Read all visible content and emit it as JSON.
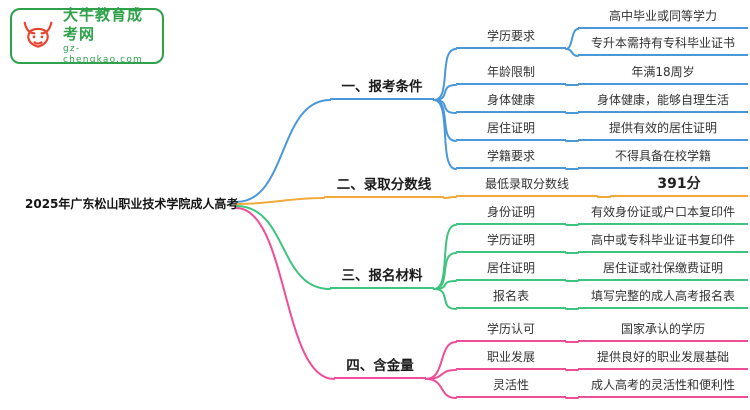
{
  "logo": {
    "title": "大牛教育成考网",
    "subtitle": "gz-chengkao.com",
    "border_color": "#2fa14b",
    "text_color": "#2fa14b",
    "icon_color": "#e8432d"
  },
  "root": {
    "label": "2025年广东松山职业技术学院成人高考"
  },
  "branches": [
    {
      "label": "一、报考条件",
      "color": "#4a97d9",
      "items": [
        {
          "label": "学历要求",
          "values": [
            "高中毕业或同等学力",
            "专升本需持有专科毕业证书"
          ]
        },
        {
          "label": "年龄限制",
          "values": [
            "年满18周岁"
          ]
        },
        {
          "label": "身体健康",
          "values": [
            "身体健康，能够自理生活"
          ]
        },
        {
          "label": "居住证明",
          "values": [
            "提供有效的居住证明"
          ]
        },
        {
          "label": "学籍要求",
          "values": [
            "不得具备在校学籍"
          ]
        }
      ]
    },
    {
      "label": "二、录取分数线",
      "color": "#f2a93c",
      "items": [
        {
          "label": "最低录取分数线",
          "values": [
            "391分"
          ]
        }
      ]
    },
    {
      "label": "三、报名材料",
      "color": "#3ec47e",
      "items": [
        {
          "label": "身份证明",
          "values": [
            "有效身份证或户口本复印件"
          ]
        },
        {
          "label": "学历证明",
          "values": [
            "高中或专科毕业证书复印件"
          ]
        },
        {
          "label": "居住证明",
          "values": [
            "居住证或社保缴费证明"
          ]
        },
        {
          "label": "报名表",
          "values": [
            "填写完整的成人高考报名表"
          ]
        }
      ]
    },
    {
      "label": "四、含金量",
      "color": "#ee4d97",
      "items": [
        {
          "label": "学历认可",
          "values": [
            "国家承认的学历"
          ]
        },
        {
          "label": "职业发展",
          "values": [
            "提供良好的职业发展基础"
          ]
        },
        {
          "label": "灵活性",
          "values": [
            "成人高考的灵活性和便利性"
          ]
        }
      ]
    }
  ]
}
